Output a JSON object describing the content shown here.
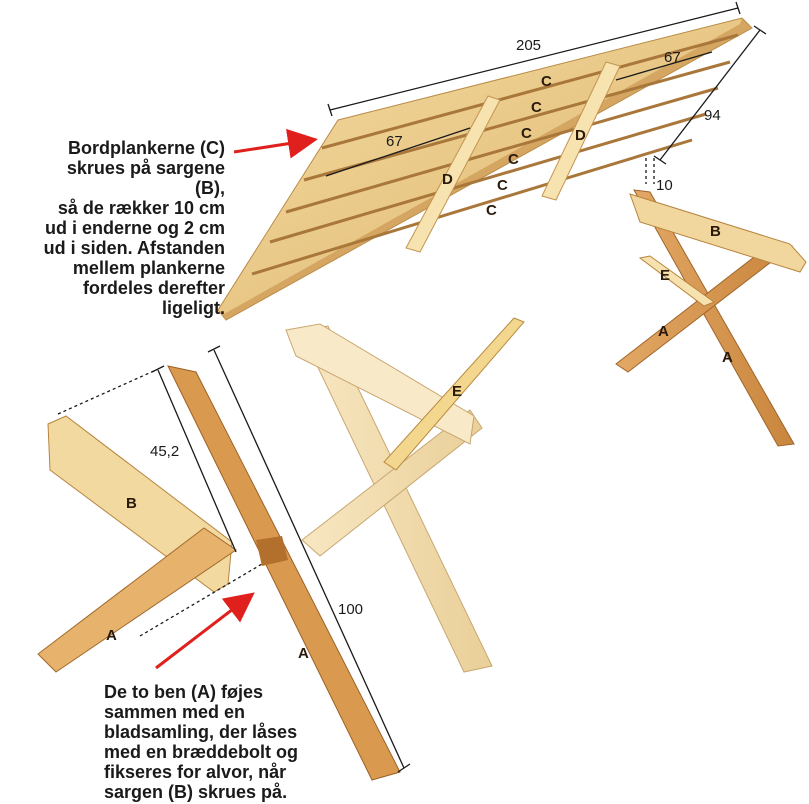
{
  "captions": {
    "top": "Bordplankerne (C)\nskrues på sargene (B),\nså de rækker 10 cm\nud i enderne og 2 cm\nud i siden. Afstanden\nmellem plankerne\nfordeles derefter\nligeligt.",
    "bottom": "De to ben (A) føjes\nsammen med en\nbladsamling, der låses\nmed en bræddebolt og\nfikseres for alvor, når\nsargen (B) skrues på."
  },
  "dimensions": {
    "length": "205",
    "width": "94",
    "overhang": "10",
    "batten_left": "67",
    "batten_right": "67",
    "leg_height": "100",
    "bearer_length": "45,2"
  },
  "parts": {
    "leg": "A",
    "bearer": "B",
    "plank": "C",
    "batten": "D",
    "brace": "E"
  },
  "colors": {
    "arrow": "#e0201c",
    "wood_light": "#f0d79a",
    "wood_mid": "#d9a55a",
    "wood_dark": "#b9782e",
    "wood_pale": "#f6e4bd"
  }
}
